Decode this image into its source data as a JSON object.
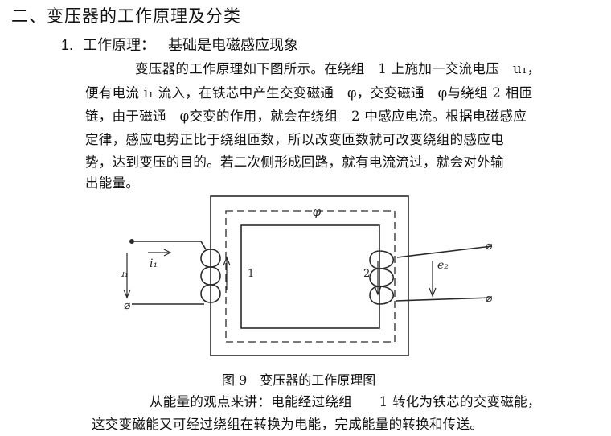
{
  "section_title": "二、变压器的工作原理及分类",
  "subsection": {
    "number": "1.",
    "title": "工作原理：",
    "lead": "基础是电磁感应现象"
  },
  "paragraph1": [
    "变压器的工作原理如下图所示。在绕组　1 上施加一交流电压　u₁，",
    "便有电流 i₁ 流入，在铁芯中产生交变磁通　φ，交变磁通　φ与绕组 2 相匝",
    "链，由于磁通　φ交变的作用，就会在绕组　2 中感应电流。根据电磁感应",
    "定律，感应电势正比于绕组匝数，所以改变匝数就可改变绕组的感应电",
    "势，达到变压的目的。若二次侧形成回路，就有电流流过，就会对外输",
    "出能量。"
  ],
  "figure": {
    "flux_label": "φ",
    "winding1_label": "1",
    "winding2_label": "2",
    "current_label": "i₁",
    "voltage_label": "u₁",
    "emf_label": "e₂",
    "terminal_symbol": "⌀"
  },
  "caption": "图 9　变压器的工作原理图",
  "paragraph2": [
    "从能量的观点来讲：电能经过绕组　　1 转化为铁芯的交变磁能，",
    "这交变磁能又可经过绕组在转换为电能，完成能量的转换和传送。"
  ],
  "colors": {
    "text": "#111111",
    "figure_line": "#2a2a2a"
  }
}
